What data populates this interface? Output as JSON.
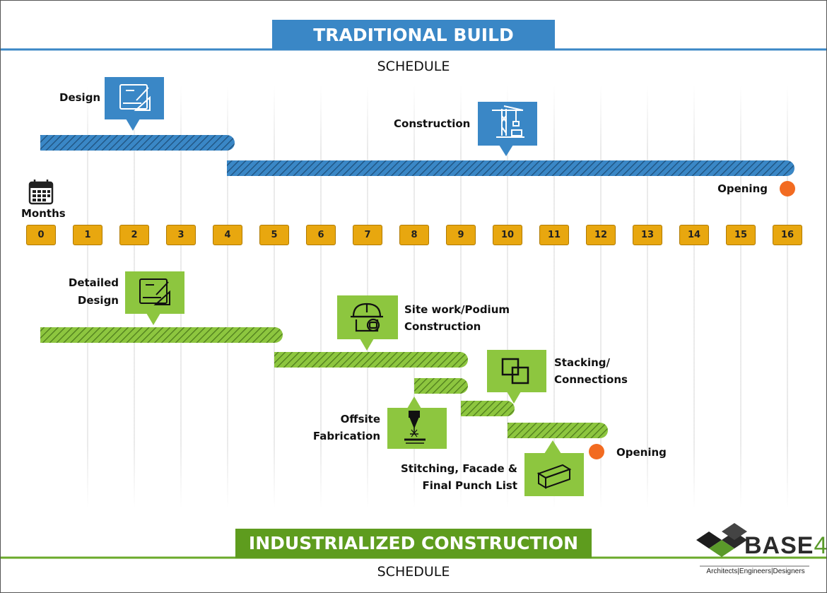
{
  "traditional": {
    "banner": "TRADITIONAL BUILD",
    "subtitle": "SCHEDULE",
    "design_label": "Design",
    "construction_label": "Construction",
    "opening_label": "Opening"
  },
  "months_label": "Months",
  "months": [
    "0",
    "1",
    "2",
    "3",
    "4",
    "5",
    "6",
    "7",
    "8",
    "9",
    "10",
    "11",
    "12",
    "13",
    "14",
    "15",
    "16"
  ],
  "industrialized": {
    "banner": "INDUSTRIALIZED CONSTRUCTION",
    "subtitle": "SCHEDULE",
    "detailed_line1": "Detailed",
    "detailed_line2": "Design",
    "site_line1": "Site work/Podium",
    "site_line2": "Construction",
    "stacking_line1": "Stacking/",
    "stacking_line2": "Connections",
    "offsite_line1": "Offsite",
    "offsite_line2": "Fabrication",
    "stitch_line1": "Stitching, Facade &",
    "stitch_line2": "Final Punch List",
    "opening_label": "Opening"
  },
  "logo": {
    "name": "BASE",
    "number": "4",
    "tagline": "Architects|Engineers|Designers"
  },
  "colors": {
    "traditional_blue": "#3a87c6",
    "industrial_green": "#8dc63f",
    "month_orange": "#e8a70f",
    "opening_orange": "#f26b21"
  },
  "chart_data": {
    "type": "gantt",
    "x_unit": "Months",
    "xlim": [
      0,
      16
    ],
    "tasks": [
      {
        "group": "TRADITIONAL BUILD",
        "name": "Design",
        "start": 0,
        "end": 4
      },
      {
        "group": "TRADITIONAL BUILD",
        "name": "Construction",
        "start": 4,
        "end": 16
      },
      {
        "group": "INDUSTRIALIZED CONSTRUCTION",
        "name": "Detailed Design",
        "start": 0,
        "end": 5
      },
      {
        "group": "INDUSTRIALIZED CONSTRUCTION",
        "name": "Site work/Podium Construction",
        "start": 5,
        "end": 9
      },
      {
        "group": "INDUSTRIALIZED CONSTRUCTION",
        "name": "Offsite Fabrication",
        "start": 8,
        "end": 9
      },
      {
        "group": "INDUSTRIALIZED CONSTRUCTION",
        "name": "Stacking/ Connections",
        "start": 9,
        "end": 10
      },
      {
        "group": "INDUSTRIALIZED CONSTRUCTION",
        "name": "Stitching, Facade & Final Punch List",
        "start": 10,
        "end": 12
      }
    ],
    "milestones": [
      {
        "group": "TRADITIONAL BUILD",
        "name": "Opening",
        "month": 16
      },
      {
        "group": "INDUSTRIALIZED CONSTRUCTION",
        "name": "Opening",
        "month": 12
      }
    ]
  }
}
